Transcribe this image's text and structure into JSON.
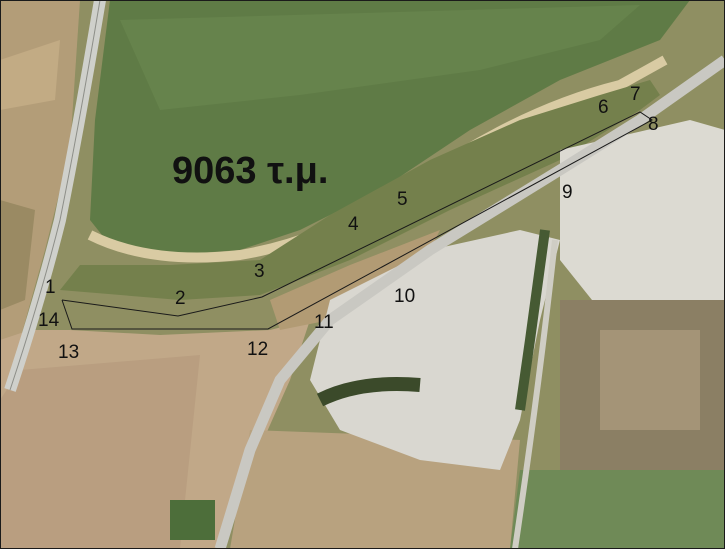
{
  "area_label": "9063 τ.μ.",
  "points": [
    "1",
    "2",
    "3",
    "4",
    "5",
    "6",
    "7",
    "8",
    "9",
    "10",
    "11",
    "12",
    "13",
    "14"
  ],
  "colors": {
    "field_green": "#5e7a43",
    "dry_field": "#b9a27a",
    "road": "#c9c6bd",
    "quarry": "#d8d6d0",
    "parcel_line": "#1a1a1a"
  }
}
